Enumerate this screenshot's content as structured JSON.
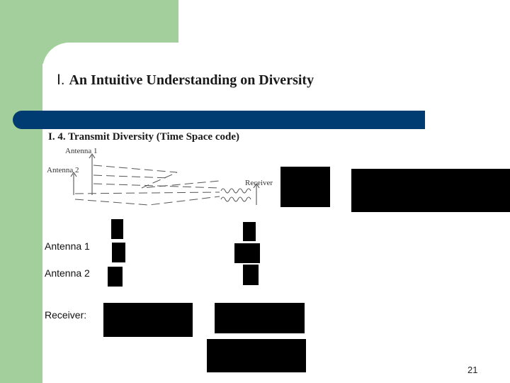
{
  "slide": {
    "title_prefix": "Ⅰ.",
    "title_text": "An Intuitive Understanding on Diversity",
    "subtitle": "I. 4.   Transmit Diversity (Time Space code)",
    "page_number": "21",
    "colors": {
      "accent_green": "#a3cf9c",
      "bar_blue": "#003b71"
    }
  },
  "diagram": {
    "antenna1_label": "Antenna 1",
    "antenna2_label": "Antenna 2",
    "receiver_label": "Receiver"
  },
  "labels": {
    "antenna1": "Antenna 1",
    "antenna2": "Antenna 2",
    "receiver": "Receiver:"
  }
}
